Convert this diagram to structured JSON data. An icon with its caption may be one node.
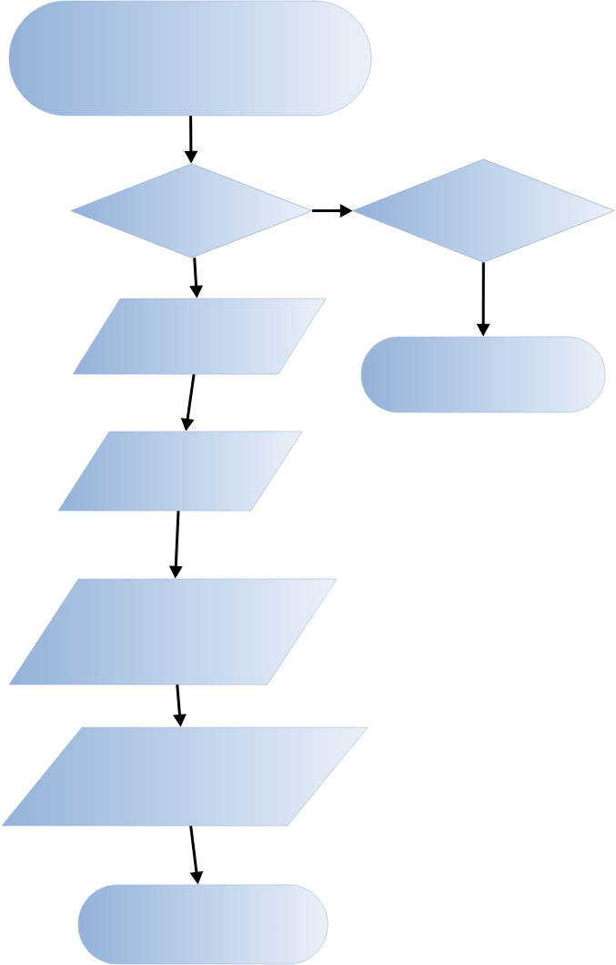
{
  "diagram": {
    "nodes": [
      {
        "text": [],
        "shape": "box"
      },
      {
        "text": [],
        "shape": "diamond"
      },
      {
        "text": [],
        "shape": "diamond"
      },
      {
        "text": [],
        "shape": "parallelogram"
      },
      {
        "text": [],
        "shape": "box"
      },
      {
        "text": [],
        "shape": "parallelogram"
      },
      {
        "text": [],
        "shape": "parallelogram"
      },
      {
        "text": [],
        "shape": "parallelogram"
      },
      {
        "text": [],
        "shape": "box"
      }
    ],
    "edges": [
      {
        "from": 0,
        "to": 1,
        "arrow": "to"
      },
      {
        "from": 1,
        "to": 2,
        "arrow": "to"
      },
      {
        "from": 1,
        "to": 3,
        "arrow": "to"
      },
      {
        "from": 2,
        "to": 4,
        "arrow": "to"
      },
      {
        "from": 3,
        "to": 5,
        "arrow": "to"
      },
      {
        "from": 5,
        "to": 6,
        "arrow": "to"
      },
      {
        "from": 6,
        "to": 7,
        "arrow": "to"
      },
      {
        "from": 7,
        "to": 8,
        "arrow": "to"
      }
    ]
  }
}
